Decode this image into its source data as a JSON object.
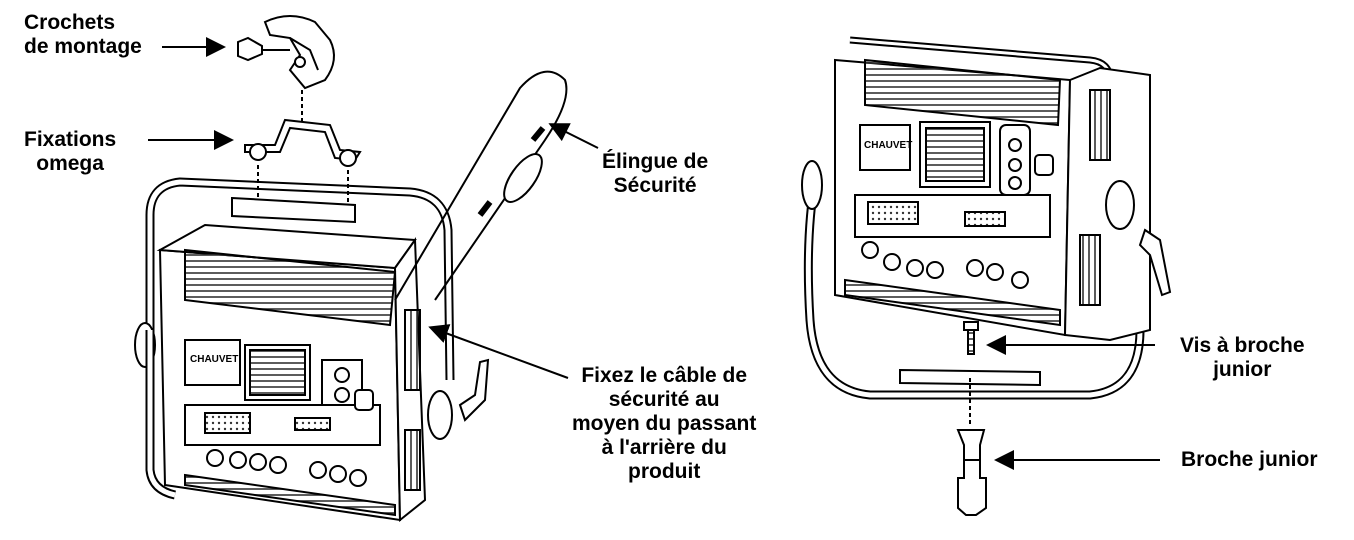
{
  "labels": {
    "mounting_brackets": [
      "Crochets",
      "de montage"
    ],
    "omega_brackets": [
      "Fixations",
      "omega"
    ],
    "safety_cable": [
      "Élingue de",
      "Sécurité"
    ],
    "attach_cable": [
      "Fixez le câble de",
      "sécurité au",
      "moyen du passant",
      "à l'arrière du",
      "produit"
    ],
    "spigot_screw": [
      "Vis à broche",
      "junior"
    ],
    "junior_pin": [
      "Broche junior"
    ]
  },
  "colors": {
    "ink": "#000000",
    "background": "#ffffff",
    "hatch": "#333333"
  },
  "product_logo": "CHAUVET"
}
